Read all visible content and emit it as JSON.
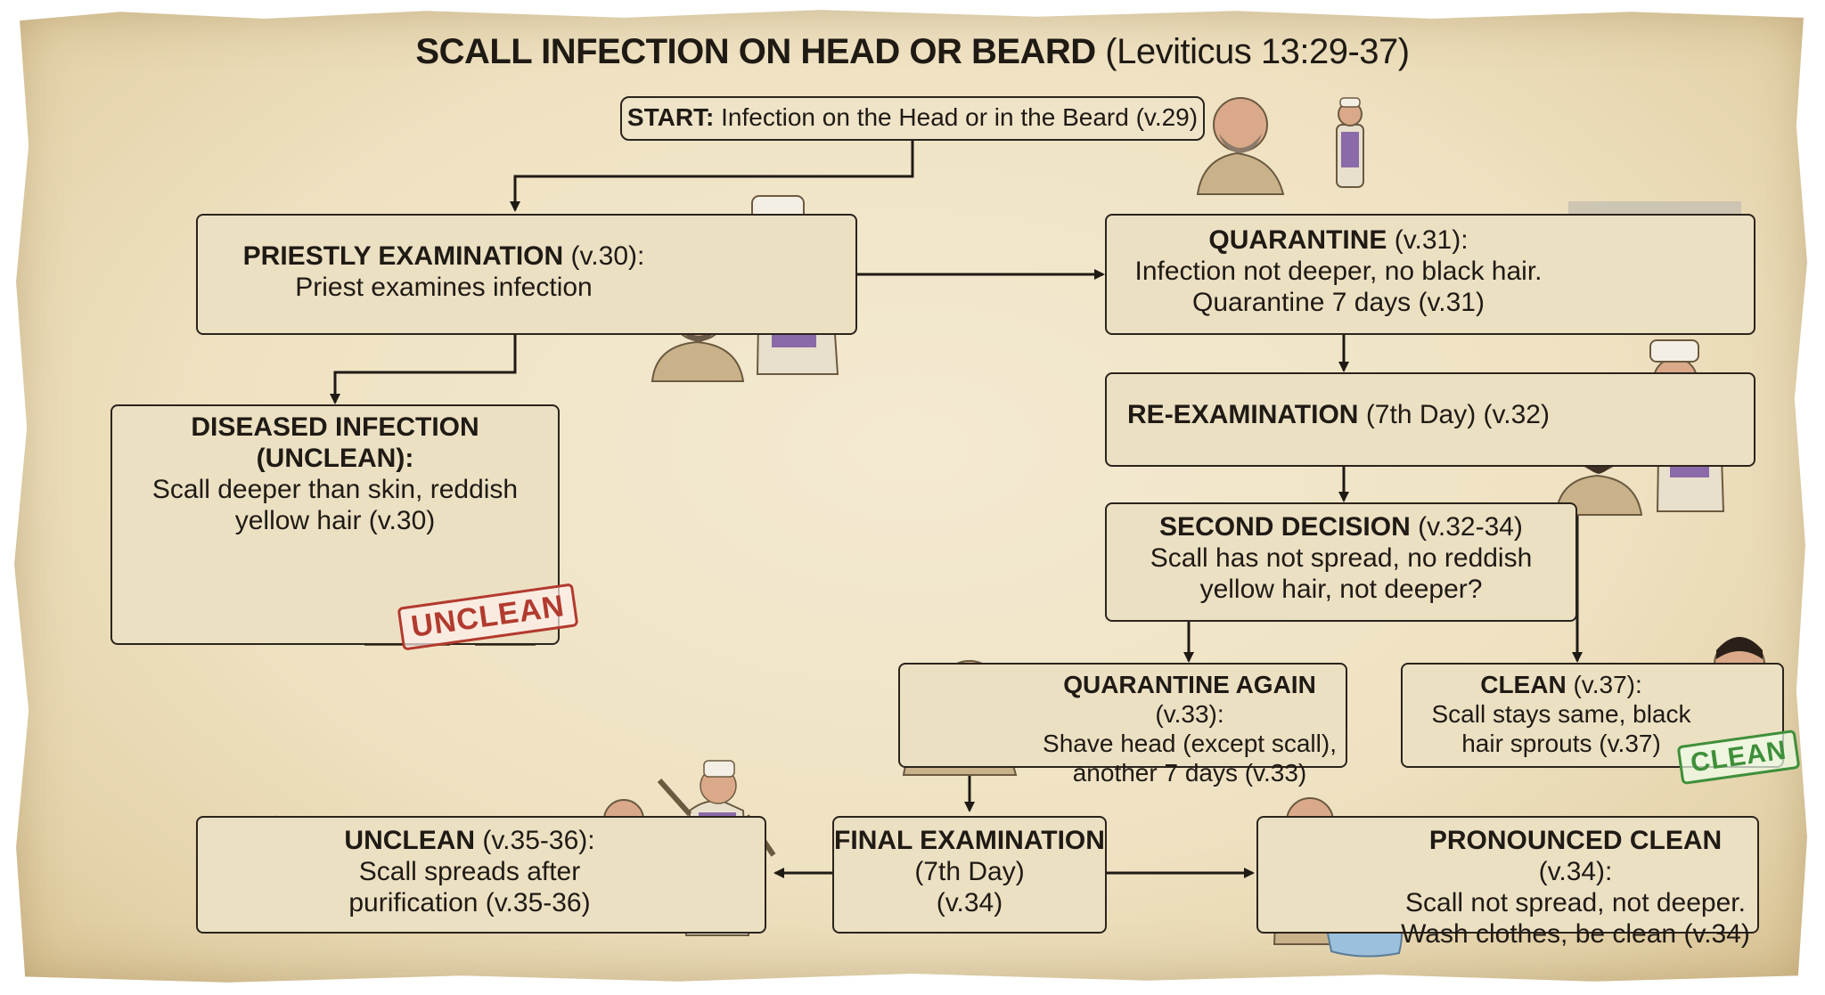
{
  "title": {
    "main": "SCALL INFECTION ON HEAD OR BEARD",
    "reference": "(Leviticus 13:29-37)"
  },
  "nodes": {
    "start": {
      "heading": "START:",
      "text": "Infection on the Head or in the Beard (v.29)"
    },
    "priestly_exam": {
      "heading": "PRIESTLY EXAMINATION",
      "heading_ref": "(v.30):",
      "lines": [
        "Priest examines infection"
      ]
    },
    "quarantine": {
      "heading": "QUARANTINE",
      "heading_ref": "(v.31):",
      "lines": [
        "Infection not deeper, no black hair.",
        "Quarantine 7 days (v.31)"
      ]
    },
    "diseased": {
      "heading": "DISEASED INFECTION (UNCLEAN):",
      "lines": [
        "Scall deeper than skin, reddish",
        "yellow hair (v.30)"
      ],
      "stamp": "UNCLEAN"
    },
    "reexam": {
      "heading": "RE-EXAMINATION",
      "heading_ref": "(7th Day) (v.32)"
    },
    "second_decision": {
      "heading": "SECOND DECISION",
      "heading_ref": "(v.32-34)",
      "lines": [
        "Scall has not spread, no reddish",
        "yellow hair, not deeper?"
      ]
    },
    "quarantine_again": {
      "heading": "QUARANTINE AGAIN",
      "heading_ref": "(v.33):",
      "lines": [
        "Shave head (except scall),",
        "another 7 days (v.33)"
      ]
    },
    "clean": {
      "heading": "CLEAN",
      "heading_ref": "(v.37):",
      "lines": [
        "Scall stays same, black",
        "hair sprouts (v.37)"
      ],
      "stamp": "CLEAN"
    },
    "unclean": {
      "heading": "UNCLEAN",
      "heading_ref": "(v.35-36):",
      "lines": [
        "Scall spreads after",
        "purification (v.35-36)"
      ]
    },
    "final_exam": {
      "heading": "FINAL EXAMINATION",
      "lines": [
        "(7th Day)",
        "(v.34)"
      ]
    },
    "pronounced_clean": {
      "heading": "PRONOUNCED CLEAN",
      "heading_ref": "(v.34):",
      "lines": [
        "Scall not spread, not deeper.",
        "Wash clothes, be clean (v.34)"
      ]
    }
  },
  "colors": {
    "box_fill": "#ece0c3",
    "border": "#2b241c",
    "priest_robe": "#8a6aa8",
    "unclean_stamp": "#b23a2e",
    "clean_stamp": "#3f8f3a"
  }
}
